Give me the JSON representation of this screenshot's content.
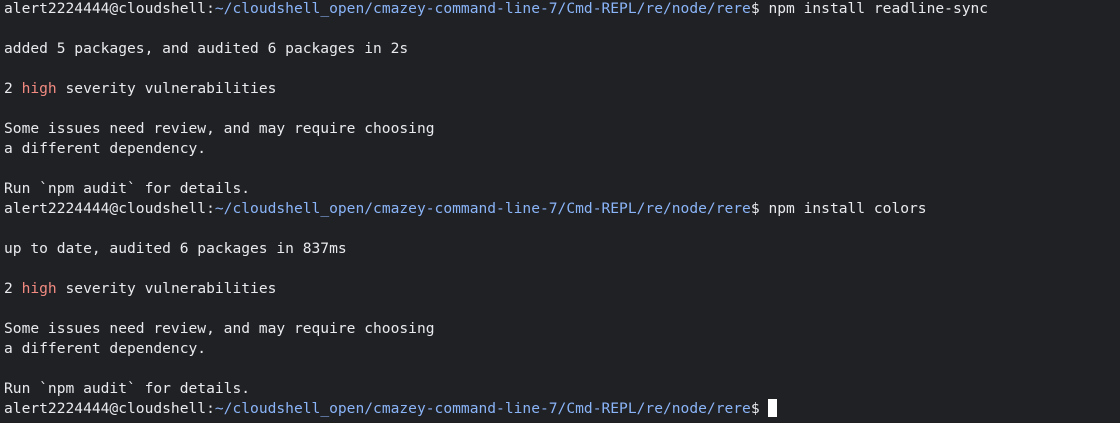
{
  "terminal": {
    "lines": [
      {
        "type": "prompt",
        "user": "alert2224444@cloudshell",
        "sep": ":",
        "path": "~/cloudshell_open/cmazey-command-line-7/Cmd-REPL/re/node/rere",
        "suffix": "$ ",
        "command": "npm install readline-sync"
      },
      {
        "type": "text",
        "text": ""
      },
      {
        "type": "text",
        "text": "added 5 packages, and audited 6 packages in 2s"
      },
      {
        "type": "text",
        "text": ""
      },
      {
        "type": "vuln",
        "count": "2 ",
        "severity": "high",
        "rest": " severity vulnerabilities"
      },
      {
        "type": "text",
        "text": ""
      },
      {
        "type": "text",
        "text": "Some issues need review, and may require choosing"
      },
      {
        "type": "text",
        "text": "a different dependency."
      },
      {
        "type": "text",
        "text": ""
      },
      {
        "type": "text",
        "text": "Run `npm audit` for details."
      },
      {
        "type": "prompt",
        "user": "alert2224444@cloudshell",
        "sep": ":",
        "path": "~/cloudshell_open/cmazey-command-line-7/Cmd-REPL/re/node/rere",
        "suffix": "$ ",
        "command": "npm install colors"
      },
      {
        "type": "text",
        "text": ""
      },
      {
        "type": "text",
        "text": "up to date, audited 6 packages in 837ms"
      },
      {
        "type": "text",
        "text": ""
      },
      {
        "type": "vuln",
        "count": "2 ",
        "severity": "high",
        "rest": " severity vulnerabilities"
      },
      {
        "type": "text",
        "text": ""
      },
      {
        "type": "text",
        "text": "Some issues need review, and may require choosing"
      },
      {
        "type": "text",
        "text": "a different dependency."
      },
      {
        "type": "text",
        "text": ""
      },
      {
        "type": "text",
        "text": "Run `npm audit` for details."
      },
      {
        "type": "prompt",
        "user": "alert2224444@cloudshell",
        "sep": ":",
        "path": "~/cloudshell_open/cmazey-command-line-7/Cmd-REPL/re/node/rere",
        "suffix": "$ ",
        "command": "",
        "cursor": true
      }
    ]
  },
  "colors": {
    "background": "#202124",
    "text": "#e8eaed",
    "path": "#8ab4f8",
    "severity_high": "#f28b82"
  }
}
